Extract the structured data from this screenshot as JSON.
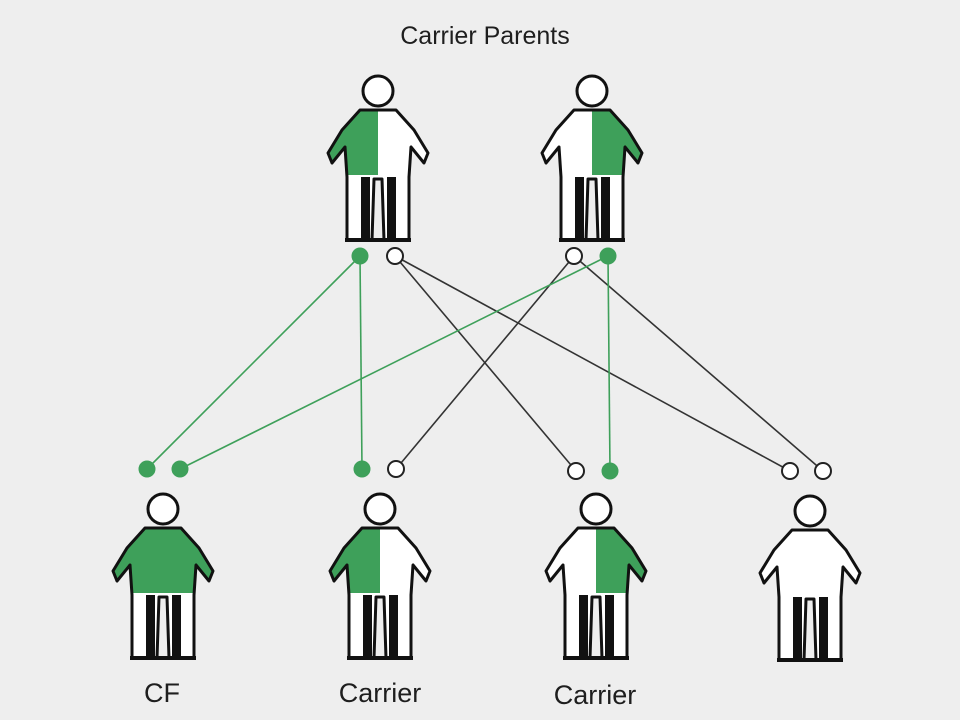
{
  "title": "Carrier Parents",
  "colors": {
    "affected": "#3ea05a",
    "outline": "#111111",
    "background": "#eeeeee"
  },
  "parents": [
    {
      "role": "parent-1",
      "green_half": "left"
    },
    {
      "role": "parent-2",
      "green_half": "right"
    }
  ],
  "children": [
    {
      "label": "CF",
      "status": "affected",
      "alleles": [
        "filled",
        "filled"
      ]
    },
    {
      "label": "Carrier",
      "status": "carrier",
      "alleles": [
        "filled",
        "open"
      ]
    },
    {
      "label": "Carrier",
      "status": "carrier",
      "alleles": [
        "open",
        "filled"
      ]
    },
    {
      "label": "",
      "status": "unaffected",
      "alleles": [
        "open",
        "open"
      ]
    }
  ],
  "parent_alleles": [
    {
      "parent": 1,
      "type": "filled"
    },
    {
      "parent": 1,
      "type": "open"
    },
    {
      "parent": 2,
      "type": "open"
    },
    {
      "parent": 2,
      "type": "filled"
    }
  ]
}
